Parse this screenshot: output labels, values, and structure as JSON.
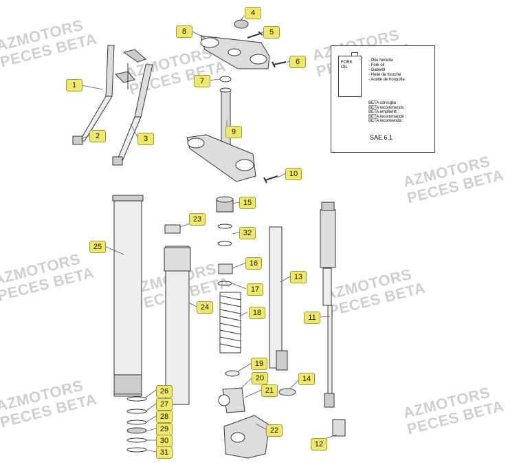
{
  "watermark_lines": [
    "AZMOTORS",
    "PECES BETA"
  ],
  "oil_box": {
    "can_label": [
      "FORK",
      "OIL"
    ],
    "oil_lines": [
      "- Olio forcella",
      "- Fork oil",
      "- Gabelöl",
      "- Huile de fourche",
      "- Aceite de horquilla"
    ],
    "recommended_lines": [
      "BETA consiglia :",
      "BETA recommends :",
      "BETA empfiehlt :",
      "BETA recommandé :",
      "BETA recomienda :"
    ],
    "oil_grade": "SAE 6,1"
  },
  "callouts": [
    "1",
    "2",
    "3",
    "4",
    "5",
    "6",
    "7",
    "8",
    "9",
    "10",
    "11",
    "12",
    "13",
    "14",
    "15",
    "16",
    "17",
    "18",
    "19",
    "20",
    "21",
    "22",
    "23",
    "24",
    "25",
    "26",
    "27",
    "28",
    "29",
    "30",
    "31",
    "32"
  ],
  "colors": {
    "callout_fill": "#f0e868",
    "watermark": "#cfcfcf",
    "line_art": "#333333"
  }
}
